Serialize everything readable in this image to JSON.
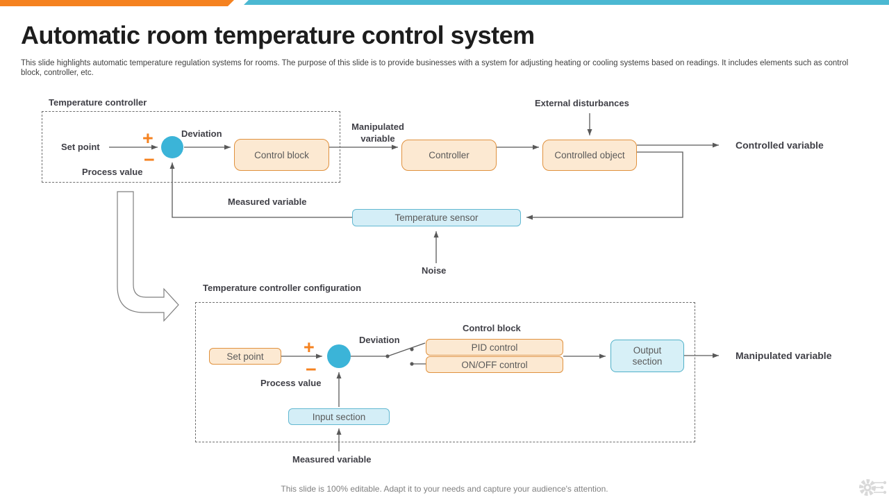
{
  "slide": {
    "title": "Automatic room temperature control system",
    "subtitle": "This slide highlights automatic temperature regulation systems for rooms. The purpose of this slide is to provide businesses with a system for adjusting heating or cooling systems based on readings. It includes elements such as control block, controller, etc.",
    "footer_note": "This slide is 100% editable. Adapt it to your needs and capture your audience's attention.",
    "logo_icon": "gear-circuit"
  },
  "colors": {
    "accent_orange": "#f58220",
    "accent_teal": "#4bb8d2",
    "orange_box_fill": "#fce9d2",
    "orange_box_border": "#e0913d",
    "blue_box_fill": "#d4eef7",
    "blue_box_border": "#62b8d1",
    "junction_blue": "#3bb4d8",
    "wire_gray": "#595959",
    "label_gray": "#3f3f46"
  },
  "diagram1": {
    "title": "Temperature controller",
    "labels": {
      "set_point": "Set point",
      "plus": "+",
      "minus": "−",
      "deviation": "Deviation",
      "process_value": "Process value",
      "manipulated_variable": "Manipulated variable",
      "external_disturbances": "External disturbances",
      "controlled_variable": "Controlled variable",
      "measured_variable": "Measured variable",
      "noise": "Noise"
    },
    "blocks": {
      "control_block": "Control block",
      "controller": "Controller",
      "controlled_object": "Controlled object",
      "temperature_sensor": "Temperature sensor"
    }
  },
  "diagram2": {
    "title": "Temperature controller configuration",
    "labels": {
      "set_point": "Set point",
      "plus": "+",
      "minus": "−",
      "deviation": "Deviation",
      "process_value": "Process value",
      "control_block": "Control block",
      "manipulated_variable": "Manipulated variable",
      "measured_variable": "Measured variable"
    },
    "blocks": {
      "pid_control": "PID control",
      "on_off_control": "ON/OFF control",
      "output_section": "Output section",
      "input_section": "Input section"
    }
  }
}
